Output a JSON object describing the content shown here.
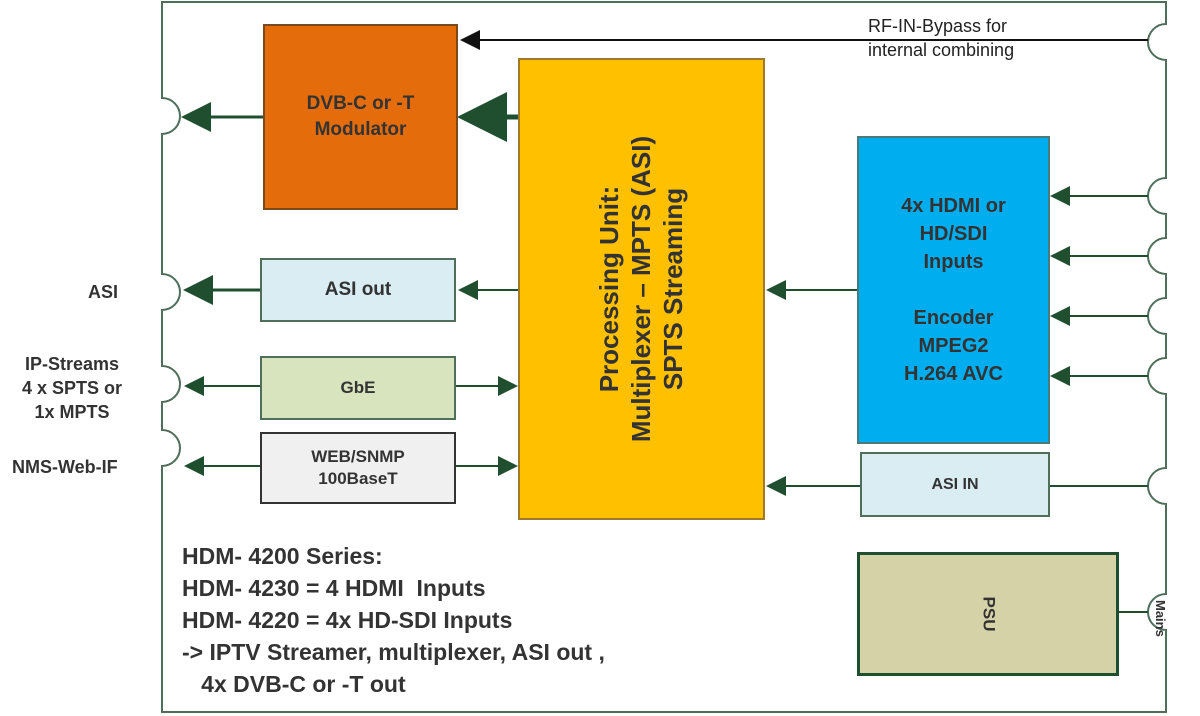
{
  "rf_bypass": {
    "line1": "RF-IN-Bypass for",
    "line2": "internal combining"
  },
  "blocks": {
    "modulator": {
      "line1": "DVB-C or -T",
      "line2": "Modulator"
    },
    "processing": {
      "line1": "Processing Unit:",
      "line2": "Multiplexer – MPTS (ASI)",
      "line3": "SPTS Streaming"
    },
    "asi_out": "ASI out",
    "gbe": "GbE",
    "web_snmp": {
      "line1": "WEB/SNMP",
      "line2": "100BaseT"
    },
    "encoder": {
      "line1": "4x HDMI or",
      "line2": "HD/SDI",
      "line3": "Inputs",
      "line4": "Encoder",
      "line5": "MPEG2",
      "line6": "H.264 AVC"
    },
    "asi_in": "ASI IN",
    "psu": "PSU"
  },
  "side_labels": {
    "asi": "ASI",
    "ip_streams": {
      "line1": "IP-Streams",
      "line2": "4 x SPTS or",
      "line3": "1x MPTS"
    },
    "nms": "NMS-Web-IF",
    "mains": "Mains"
  },
  "series": {
    "line1": "HDM- 4200 Series:",
    "line2": "HDM- 4230 = 4 HDMI  Inputs",
    "line3": "HDM- 4220 = 4x HD-SDI Inputs",
    "line4": "-> IPTV Streamer, multiplexer, ASI out ,",
    "line5": "   4x DVB-C or -T out"
  },
  "colors": {
    "modulator": "#e46c0a",
    "processing": "#ffc000",
    "encoder": "#00aeef",
    "arrow": "#1f4f2f"
  }
}
